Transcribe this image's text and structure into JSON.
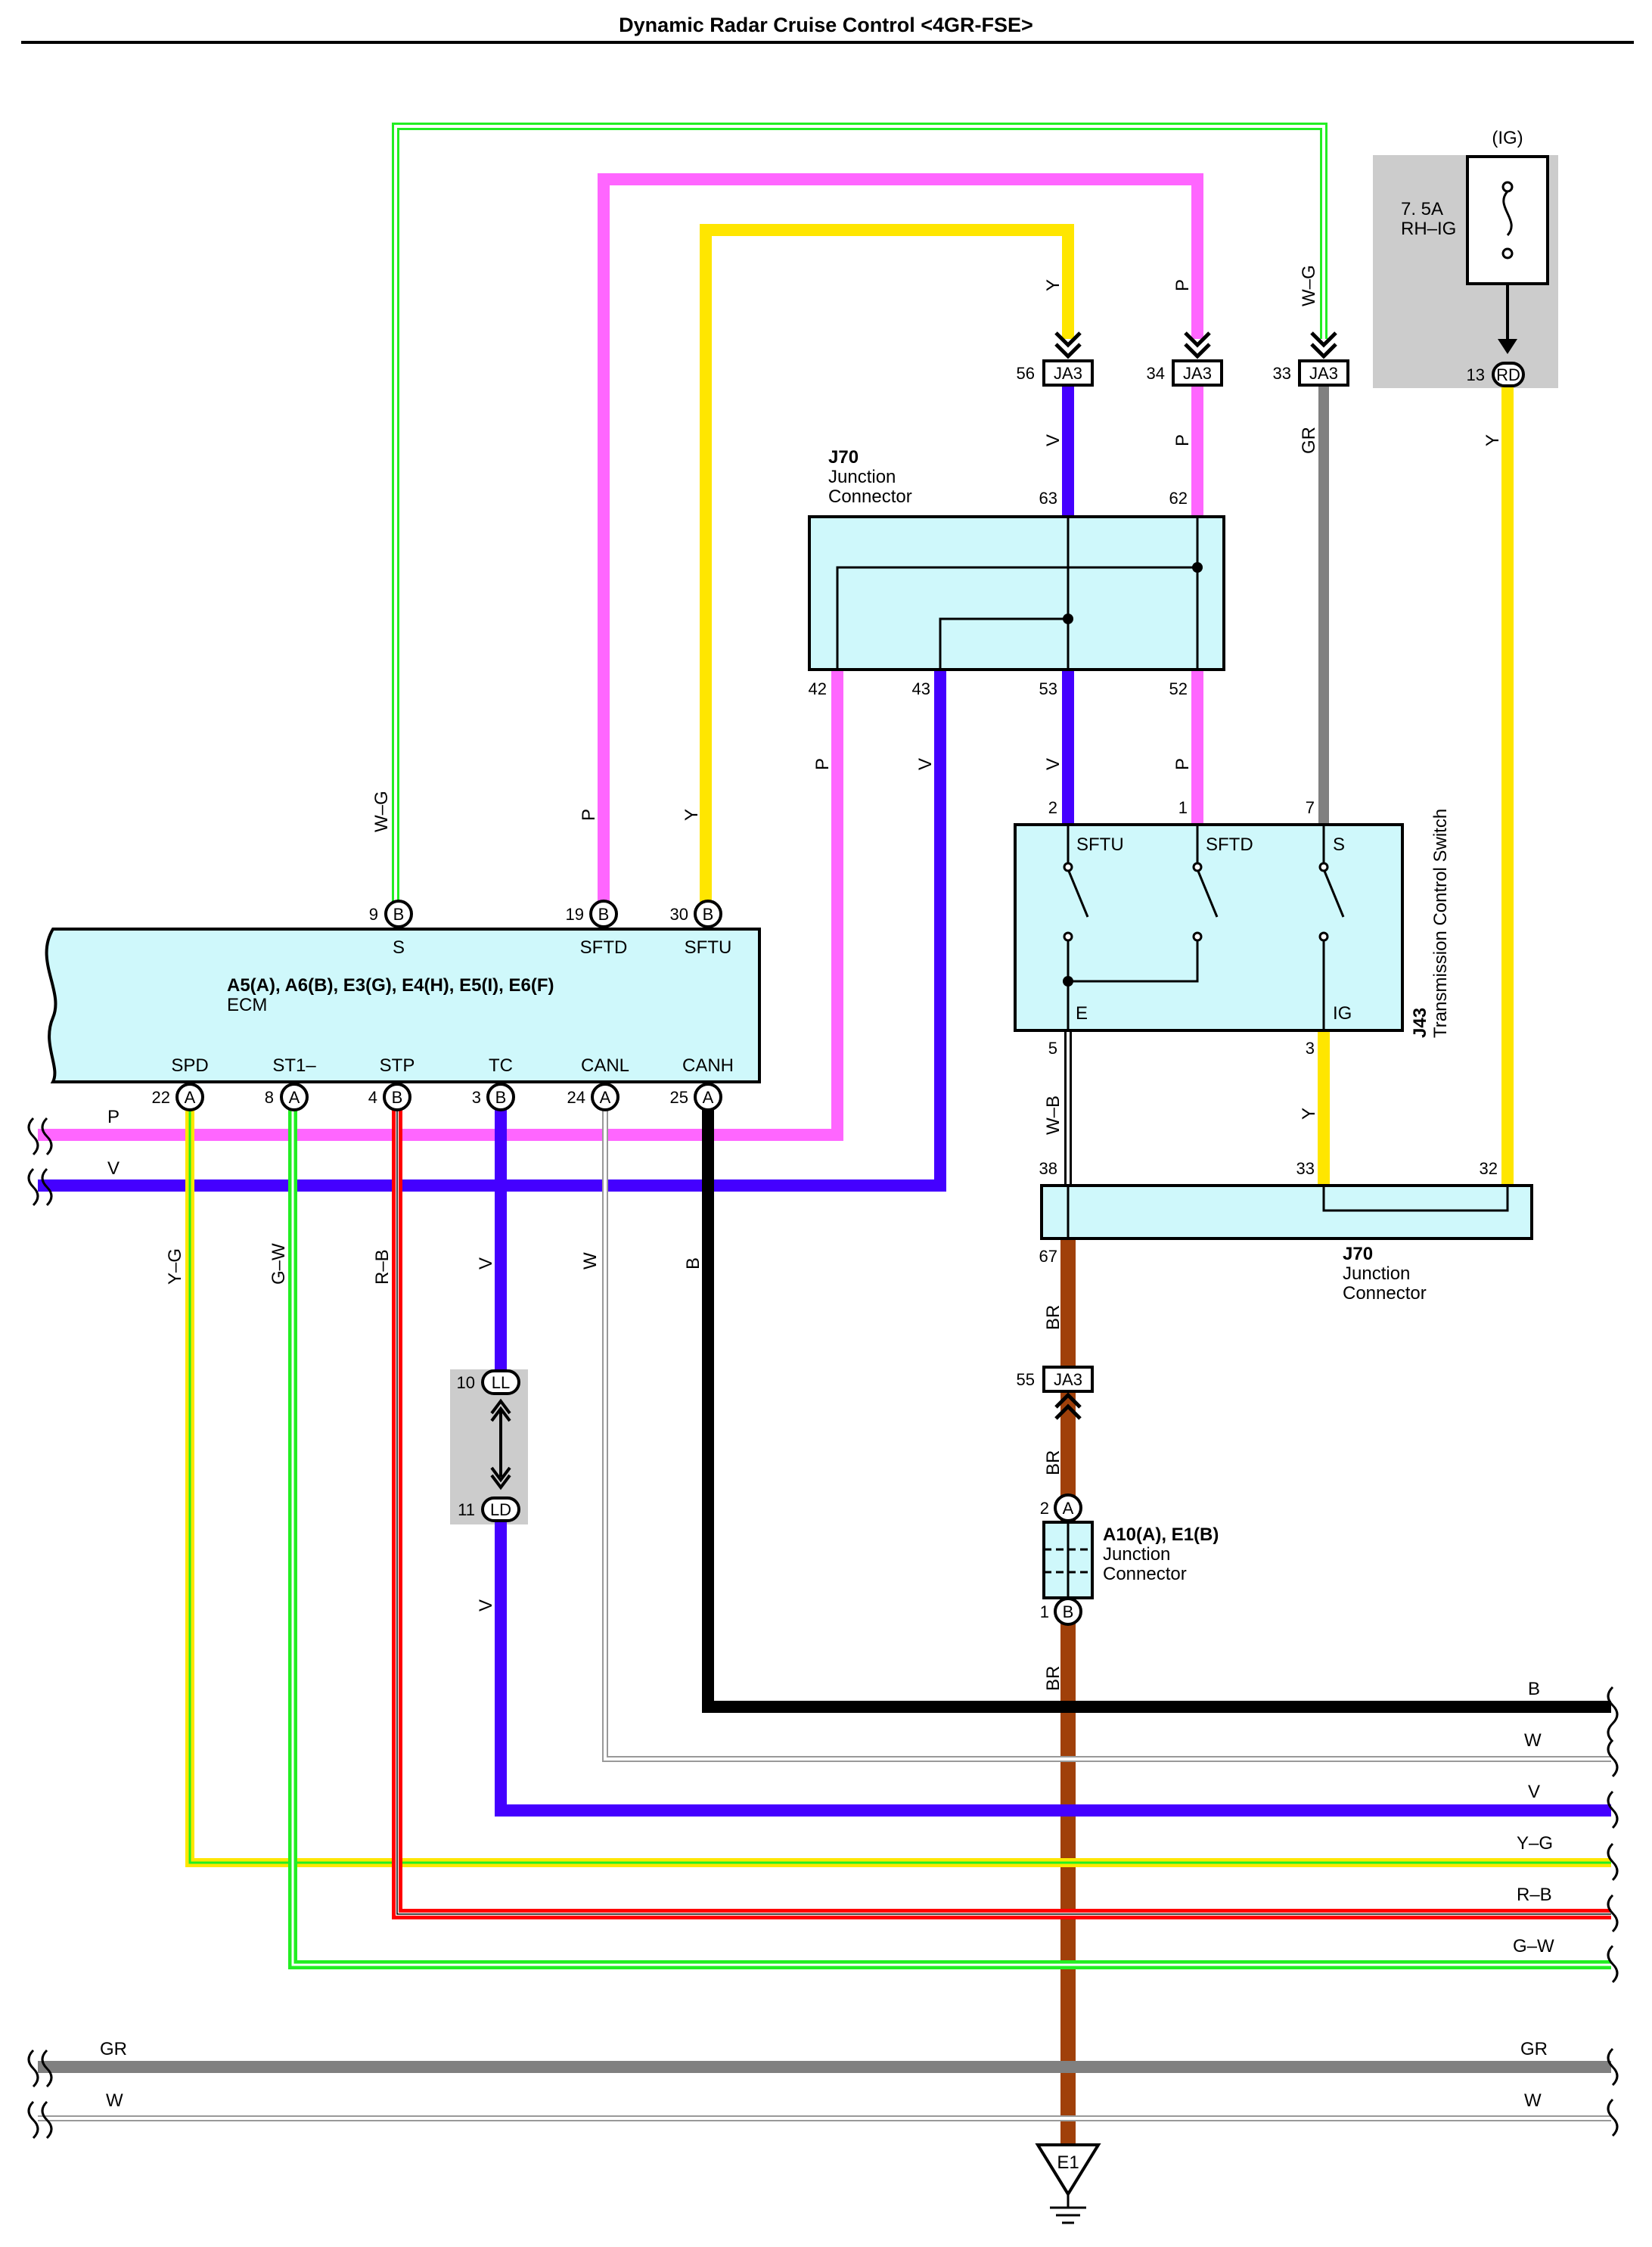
{
  "title": "Dynamic Radar Cruise Control <4GR-FSE>",
  "colors": {
    "P": "#ff66ff",
    "Y": "#ffe600",
    "V": "#4400ff",
    "GR": "#808080",
    "G": "#22ee22",
    "R": "#ff0000",
    "B": "#000000",
    "BR": "#a0400a",
    "connector_fill": "#cff8fb",
    "shade": "#cccccc"
  },
  "fuse": {
    "supply": "(IG)",
    "rating": "7. 5A",
    "name": "RH–IG",
    "pin": "13",
    "code": "RD"
  },
  "ja3": {
    "code": "JA3",
    "pin56": "56",
    "pin34": "34",
    "pin33": "33",
    "pin55": "55"
  },
  "j70_top": {
    "id": "J70",
    "name1": "Junction",
    "name2": "Connector",
    "pins": {
      "p63": "63",
      "p62": "62",
      "p42": "42",
      "p43": "43",
      "p53": "53",
      "p52": "52"
    }
  },
  "j70_bot": {
    "id": "J70",
    "name1": "Junction",
    "name2": "Connector",
    "pins": {
      "p38": "38",
      "p33": "33",
      "p32": "32",
      "p67": "67"
    }
  },
  "j43": {
    "id": "J43",
    "name": "Transmission Control Switch",
    "terms": {
      "sftu": "SFTU",
      "sftd": "SFTD",
      "s": "S",
      "e": "E",
      "ig": "IG"
    },
    "pins": {
      "p2": "2",
      "p1": "1",
      "p7": "7",
      "p5": "5",
      "p3": "3"
    }
  },
  "ecm": {
    "connectors": "A5(A), A6(B), E3(G), E4(H), E5(I), E6(F)",
    "name": "ECM",
    "top_terms": {
      "s": "S",
      "sftd": "SFTD",
      "sftu": "SFTU"
    },
    "top_pins": {
      "p9": "9",
      "p19": "19",
      "p30": "30"
    },
    "bottom_terms": {
      "spd": "SPD",
      "st1": "ST1–",
      "stp": "STP",
      "tc": "TC",
      "canl": "CANL",
      "canh": "CANH"
    },
    "bottom_pins": {
      "p22": "22",
      "p8": "8",
      "p4": "4",
      "p3": "3",
      "p24": "24",
      "p25": "25"
    },
    "conn_letters": {
      "a": "A",
      "b": "B"
    }
  },
  "ll_ld": {
    "ll": "LL",
    "ld": "LD",
    "p10": "10",
    "p11": "11"
  },
  "a10": {
    "title": "A10(A), E1(B)",
    "name1": "Junction",
    "name2": "Connector",
    "p2": "2",
    "p1": "1",
    "ca": "A",
    "cb": "B"
  },
  "ground": "E1",
  "wire_labels": {
    "W_G": "W–G",
    "P": "P",
    "Y": "Y",
    "V": "V",
    "GR": "GR",
    "W_B": "W–B",
    "BR": "BR",
    "Y_G": "Y–G",
    "G_W": "G–W",
    "R_B": "R–B",
    "W": "W",
    "B": "B"
  }
}
